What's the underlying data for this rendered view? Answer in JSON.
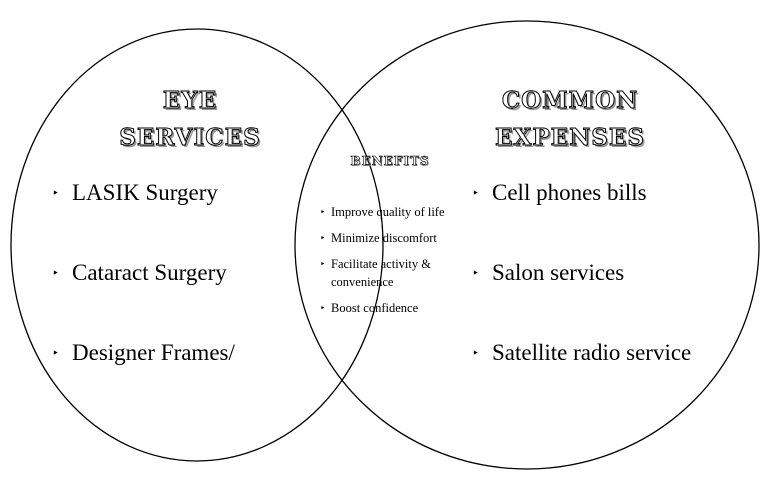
{
  "diagram": {
    "left_set": {
      "title_lines": [
        "Eye",
        "Services"
      ],
      "items": [
        "LASIK Surgery",
        "Cataract Surgery",
        "Designer Frames/"
      ]
    },
    "right_set": {
      "title_lines": [
        "Common",
        "Expenses"
      ],
      "items": [
        "Cell phones bills",
        "Salon services",
        "Satellite radio service"
      ]
    },
    "intersection": {
      "title": "Benefits",
      "items": [
        "Improve quality of life",
        "Minimize discomfort",
        "Facilitate activity & convenience",
        "Boost confidence"
      ]
    },
    "bullet_glyph": "‣",
    "colors": {
      "outline": "#000000",
      "background": "#ffffff"
    }
  }
}
